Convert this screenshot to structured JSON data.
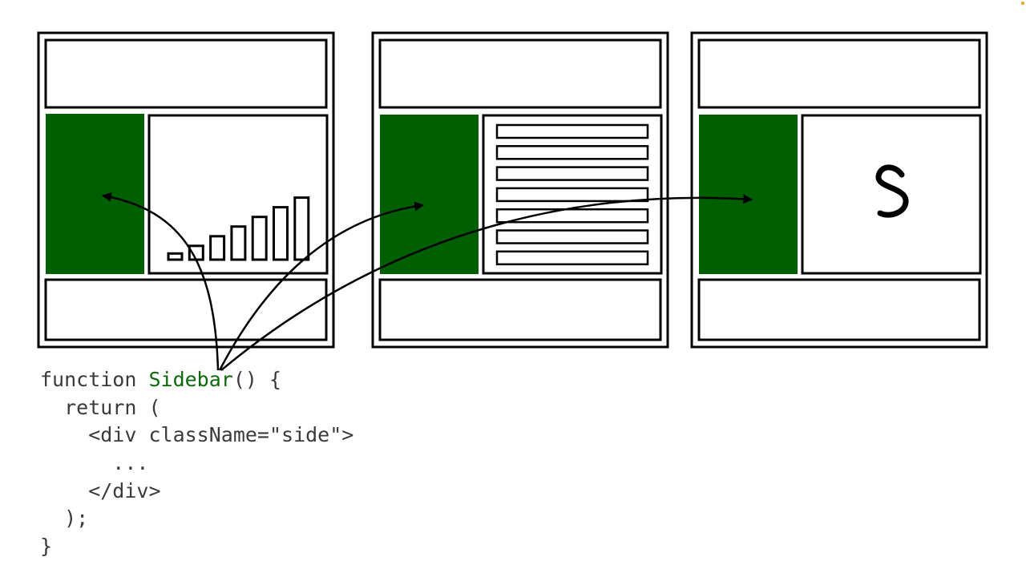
{
  "colors": {
    "sidebar": "#005f00",
    "code_text": "#3a3a3a",
    "code_identifier": "#0b6b0b",
    "corner_marker": "#f0a020"
  },
  "panels": [
    {
      "content": "bar-chart",
      "bar_levels": [
        0.09,
        0.2,
        0.34,
        0.48,
        0.62,
        0.76,
        0.9
      ]
    },
    {
      "content": "list",
      "row_count": 7
    },
    {
      "content": "letter-glyph"
    }
  ],
  "code": {
    "line1_pre": "function ",
    "line1_name": "Sidebar",
    "line1_post": "() {",
    "line2": "  return (",
    "line3": "    <div className=\"side\">",
    "line4": "      ...",
    "line5": "    </div>",
    "line6": "  );",
    "line7": "}"
  }
}
